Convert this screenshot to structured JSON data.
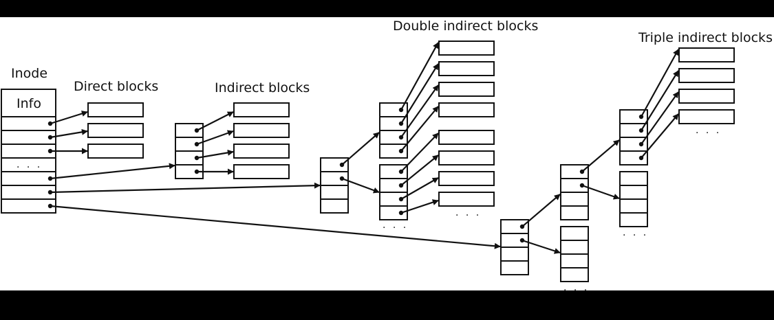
{
  "labels": {
    "inode": "Inode",
    "info": "Info",
    "direct": "Direct blocks",
    "indirect": "Indirect blocks",
    "double": "Double indirect blocks",
    "triple": "Triple indirect blocks"
  },
  "ellipsis": ". . ."
}
